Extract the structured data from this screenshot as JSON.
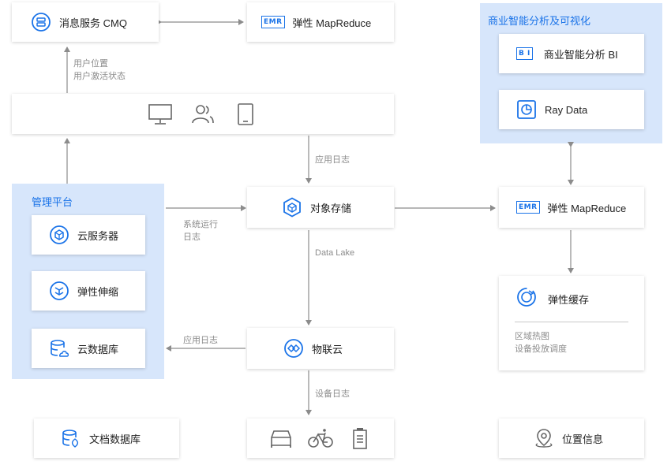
{
  "nodes": {
    "cmq": "消息服务 CMQ",
    "emr_top": "弹性 MapReduce",
    "terminal_devices": "",
    "management_platform": "管理平台",
    "cloud_server": "云服务器",
    "auto_scaling": "弹性伸缩",
    "cloud_database": "云数据库",
    "document_database": "文档数据库",
    "object_storage": "对象存储",
    "iot_cloud": "物联云",
    "bi_panel": "商业智能分析及可视化",
    "bi": "商业智能分析 BI",
    "ray_data": "Ray Data",
    "emr_right": "弹性 MapReduce",
    "elastic_cache": "弹性缓存",
    "location_info": "位置信息"
  },
  "badges": {
    "emr": "EMR",
    "bi": "B I"
  },
  "edges": {
    "user_position": "用户位置",
    "user_activation": "用户激活状态",
    "app_log_1": "应用日志",
    "system_log_1": "系统运行",
    "system_log_2": "日志",
    "data_lake": "Data Lake",
    "app_log_2": "应用日志",
    "device_log": "设备日志"
  },
  "cache_notes": {
    "line1": "区域热图",
    "line2": "设备投放调度"
  },
  "colors": {
    "accent": "#1a73e8",
    "panel": "#d7e6fb",
    "line": "#8c8c8c",
    "icon_gray": "#666666"
  }
}
